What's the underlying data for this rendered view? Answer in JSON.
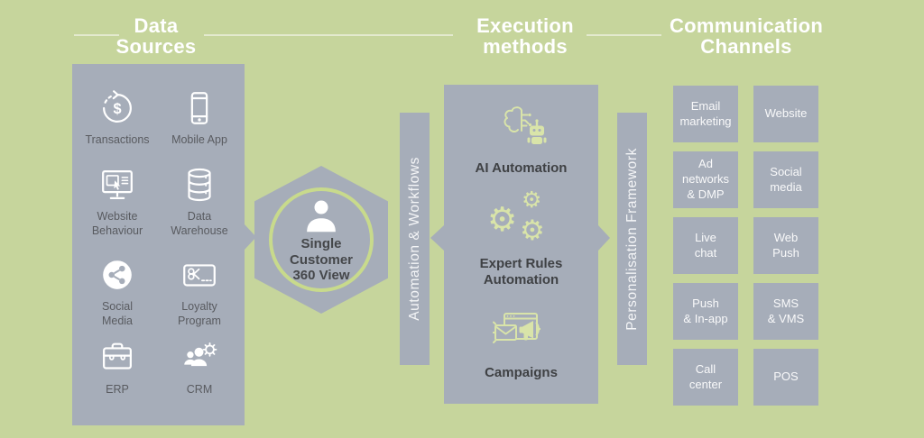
{
  "colors": {
    "background": "#c6d59c",
    "panel_gray": "#a6adb9",
    "icon_green": "#d9e4a9",
    "ring_green": "#c8da8c",
    "heading_text": "#ffffff",
    "dark_text": "#45474a"
  },
  "headers": {
    "data_sources": {
      "line1": "Data",
      "line2": "Sources"
    },
    "execution": {
      "line1": "Execution",
      "line2": "methods"
    },
    "communication": {
      "line1": "Communication",
      "line2": "Channels"
    }
  },
  "data_sources": {
    "items": [
      {
        "icon": "transactions-icon",
        "label": "Transactions"
      },
      {
        "icon": "mobile-app-icon",
        "label": "Mobile App"
      },
      {
        "icon": "website-behaviour-icon",
        "label": "Website\nBehaviour"
      },
      {
        "icon": "data-warehouse-icon",
        "label": "Data\nWarehouse"
      },
      {
        "icon": "social-media-icon",
        "label": "Social\nMedia"
      },
      {
        "icon": "loyalty-program-icon",
        "label": "Loyalty\nProgram"
      },
      {
        "icon": "erp-icon",
        "label": "ERP"
      },
      {
        "icon": "crm-icon",
        "label": "CRM"
      }
    ]
  },
  "hub": {
    "line1": "Single",
    "line2": "Customer",
    "line3": "360 View"
  },
  "flow_bars": {
    "automation": "Automation & Workflows",
    "personalisation": "Personalisation Framework"
  },
  "execution_methods": {
    "items": [
      {
        "icon": "ai-automation-icon",
        "label": "AI Automation"
      },
      {
        "icon": "expert-rules-gears-icon",
        "label": "Expert Rules\nAutomation"
      },
      {
        "icon": "campaigns-icon",
        "label": "Campaigns"
      }
    ]
  },
  "channels": [
    "Email\nmarketing",
    "Website",
    "Ad\nnetworks\n& DMP",
    "Social\nmedia",
    "Live\nchat",
    "Web\nPush",
    "Push\n& In-app",
    "SMS\n& VMS",
    "Call\ncenter",
    "POS"
  ]
}
